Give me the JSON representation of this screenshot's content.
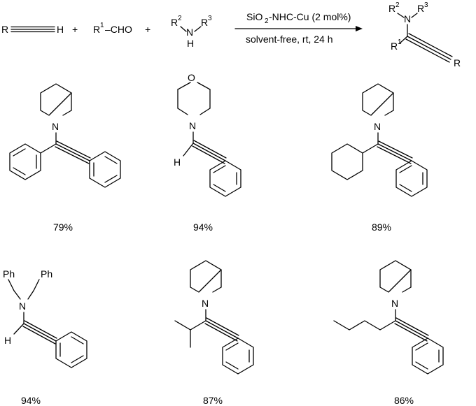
{
  "scheme": {
    "reactant_alkyne": {
      "r": "R",
      "h": "H"
    },
    "reactant_aldehyde": {
      "r1": "R",
      "r1_sup": "1",
      "cho": "–CHO"
    },
    "reactant_amine": {
      "r2": "R",
      "r2_sup": "2",
      "n": "N",
      "r3": "R",
      "r3_sup": "3",
      "h": "H"
    },
    "plus": "+",
    "catalyst": {
      "a": "SiO",
      "a_sub": "2",
      "b": "-NHC-Cu (2 mol%)"
    },
    "conditions": "solvent-free, rt, 24 h",
    "product": {
      "r2": "R",
      "r2_sup": "2",
      "n": "N",
      "r3": "R",
      "r3_sup": "3",
      "r1": "R",
      "r1_sup": "1",
      "r": "R"
    }
  },
  "examples": [
    {
      "yield": "79%",
      "n": "N"
    },
    {
      "yield": "94%",
      "n": "N",
      "o": "O",
      "h": "H"
    },
    {
      "yield": "89%",
      "n": "N"
    },
    {
      "yield": "94%",
      "n": "N",
      "h": "H",
      "ph1": "Ph",
      "ph2": "Ph"
    },
    {
      "yield": "87%",
      "n": "N"
    },
    {
      "yield": "86%",
      "n": "N"
    }
  ]
}
